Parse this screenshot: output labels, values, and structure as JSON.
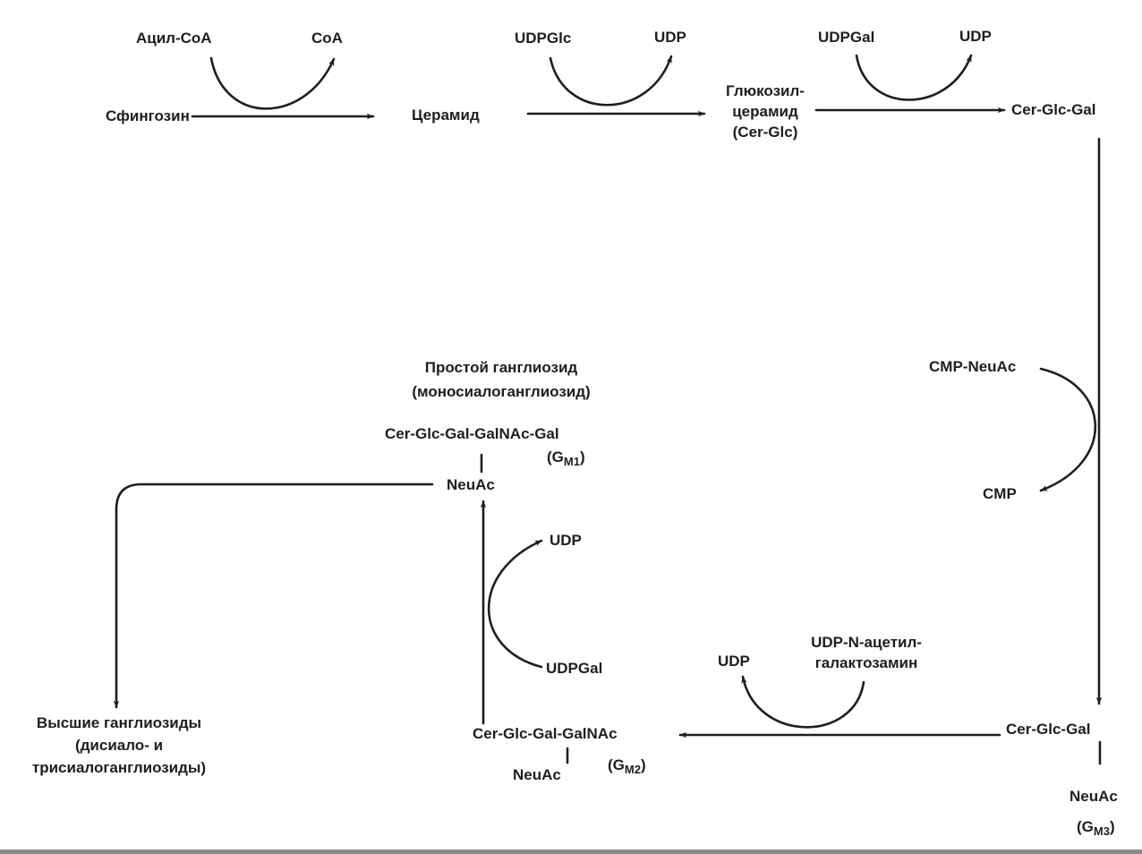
{
  "colors": {
    "ink": "#1e1e1e",
    "paper": "#ffffff",
    "rule": "#8a8a8a"
  },
  "labels": {
    "acyl_coa": "Ацил-CoA",
    "coa": "CoA",
    "sphingosine": "Сфингозин",
    "ceramide": "Церамид",
    "udpglc": "UDPGlc",
    "udp1": "UDP",
    "glucosyl_line1": "Глюкозил-",
    "glucosyl_line2": "церамид",
    "glucosyl_line3": "(Cer-Glc)",
    "udpgal1": "UDPGal",
    "udp2": "UDP",
    "cer_glc_gal_top": "Cer-Glc-Gal",
    "cmp_neuac": "CMP-NeuAc",
    "cmp": "CMP",
    "cer_glc_gal_gm3": "Cer-Glc-Gal",
    "neuac_gm3": "NeuAc",
    "gm3_g": "(G",
    "gm3_sub": "M3",
    "gm3_close": ")",
    "udp_galnac_line1": "UDP-N-ацетил-",
    "udp_galnac_line2": "галактозамин",
    "udp3": "UDP",
    "gm2_chain": "Cer-Glc-Gal-GalNAc",
    "neuac_gm2": "NeuAc",
    "gm2_g": "(G",
    "gm2_sub": "M2",
    "gm2_close": ")",
    "udpgal2": "UDPGal",
    "udp4": "UDP",
    "simple_line1": "Простой ганглиозид",
    "simple_line2": "(моносиалоганглиозид)",
    "gm1_chain": "Cer-Glc-Gal-GalNAc-Gal",
    "neuac_gm1": "NeuAc",
    "gm1_g": "(G",
    "gm1_sub": "M1",
    "gm1_close": ")",
    "higher_line1": "Высшие ганглиозиды",
    "higher_line2": "(дисиало- и",
    "higher_line3": "трисиалоганглиозиды)"
  }
}
